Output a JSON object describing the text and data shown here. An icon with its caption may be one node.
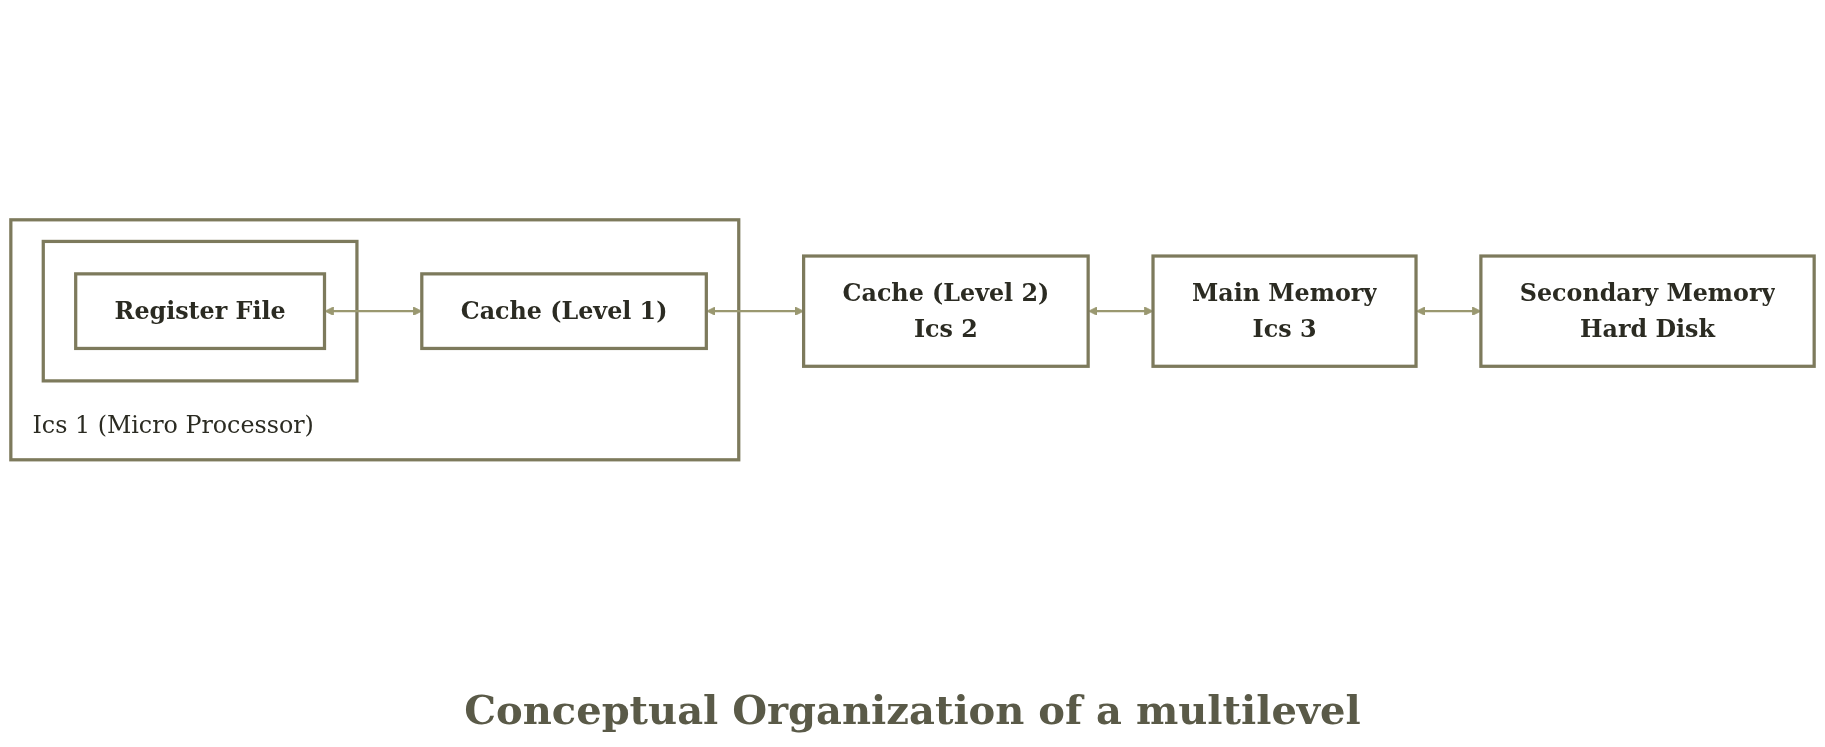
{
  "diagram": {
    "caption": "Conceptual Organization of a multilevel",
    "nodes": [
      {
        "text": [
          "Ics 1 (Micro Processor)"
        ]
      },
      {
        "text": [],
        "shape": "box",
        "in": 0
      },
      {
        "text": [
          "Register File"
        ],
        "in": 1
      },
      {
        "text": [
          "Cache (Level 1)"
        ],
        "in": 0
      },
      {
        "text": [
          "Cache (Level 2)",
          "Ics 2"
        ]
      },
      {
        "text": [
          "Main Memory",
          "Ics 3"
        ]
      },
      {
        "text": [
          "Secondary Memory",
          "Hard Disk"
        ]
      }
    ],
    "edges": [
      {
        "from": 2,
        "to": 3,
        "arrow": "both"
      },
      {
        "from": 3,
        "to": 4,
        "arrow": "both"
      },
      {
        "from": 4,
        "to": 5,
        "arrow": "both"
      },
      {
        "from": 5,
        "to": 6,
        "arrow": "both"
      }
    ]
  }
}
